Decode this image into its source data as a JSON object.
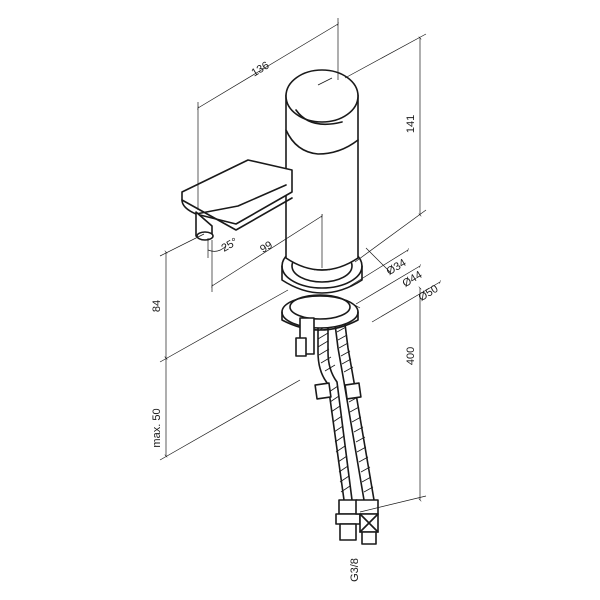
{
  "product": "single-lever basin faucet",
  "labels": {
    "overall_depth": "136",
    "overall_height": "141",
    "spout_angle": "25°",
    "spout_reach": "99",
    "body_height": "84",
    "max_deck_thickness": "max. 50",
    "hose_length": "400",
    "diameter_34": "Ø34",
    "diameter_44": "Ø44",
    "diameter_50": "Ø50",
    "hose_thread": "G3/8"
  }
}
